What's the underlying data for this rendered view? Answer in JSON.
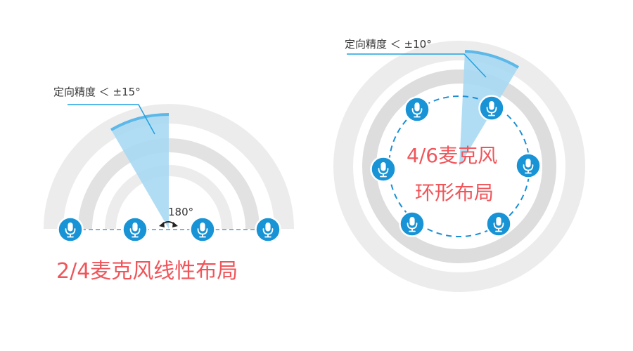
{
  "linear": {
    "accuracy_label": "定向精度 ＜ ±15°",
    "angle_label": "180°",
    "title": "2/4麦克风线性布局",
    "mic_count": 4
  },
  "ring": {
    "accuracy_label": "定向精度 ＜ ±10°",
    "title_line1": "4/6麦克风",
    "title_line2": "环形布局",
    "mic_count": 6
  },
  "colors": {
    "band_light": "#ececec",
    "band_dark": "#dddddd",
    "beam": "#a9d9f3",
    "beam_edge": "#5bb8e8",
    "mic": "#1793d6",
    "dashed_line": "#1a8fd6",
    "leader_line": "#1ea0e0",
    "title_red": "#f0555a"
  },
  "icons": {
    "mic": "microphone-icon",
    "rotate": "rotate-arrow-icon"
  }
}
